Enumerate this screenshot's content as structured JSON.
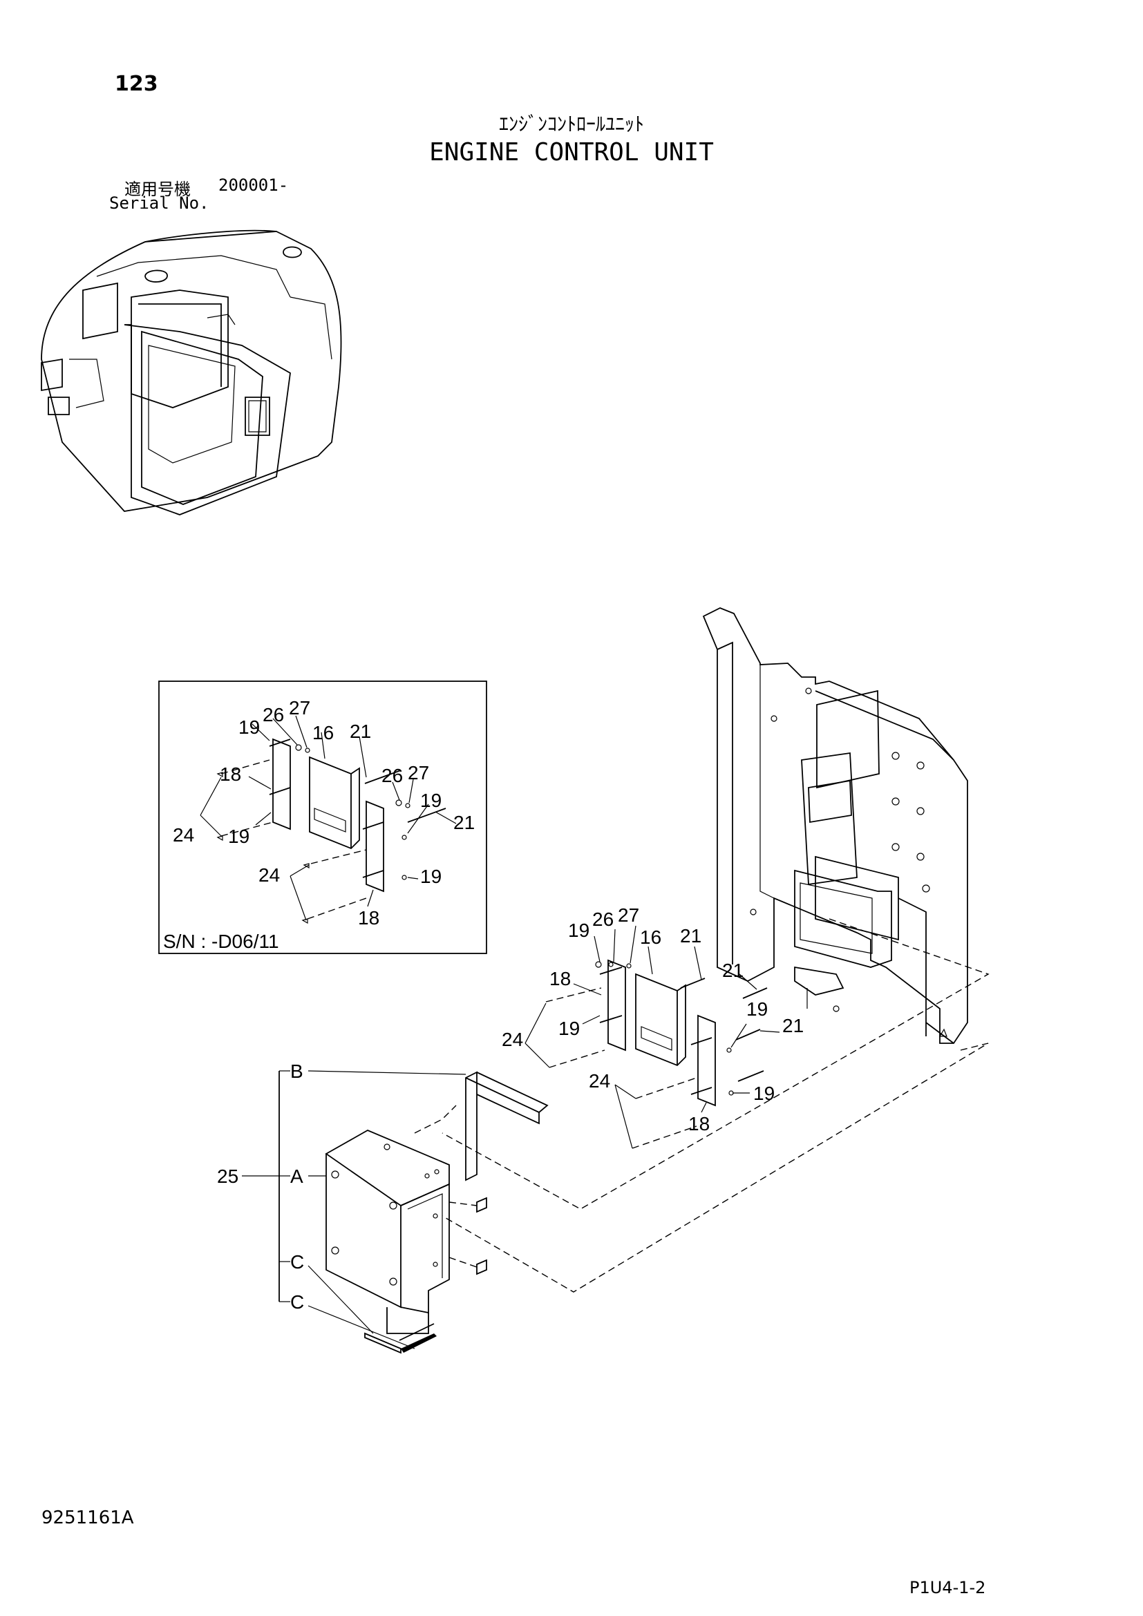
{
  "header": {
    "page_number": "123",
    "title_jp": "ｴﾝｼﾞﾝｺﾝﾄﾛｰﾙﾕﾆｯﾄ",
    "title_en": "ENGINE CONTROL UNIT",
    "serial_label_jp": "適用号機",
    "serial_value": "200001-",
    "serial_label_en": "Serial No."
  },
  "inset": {
    "caption": "S/N : -D06/11",
    "callouts": {
      "c19a": "19",
      "c26a": "26",
      "c27a": "27",
      "c16": "16",
      "c21a": "21",
      "c18a": "18",
      "c26b": "26",
      "c27b": "27",
      "c19b": "19",
      "c24a": "24",
      "c19c": "19",
      "c21b": "21",
      "c24b": "24",
      "c19d": "19",
      "c18b": "18"
    }
  },
  "main": {
    "callouts": {
      "c19a": "19",
      "c26": "26",
      "c27": "27",
      "c16": "16",
      "c21a": "21",
      "c18a": "18",
      "c21b": "21",
      "c24a": "24",
      "c19b": "19",
      "c19c": "19",
      "c21c": "21",
      "c24b": "24",
      "c19d": "19",
      "c18b": "18"
    },
    "cover_callouts": {
      "b": "B",
      "a": "A",
      "c1": "C",
      "c2": "C",
      "n25": "25"
    }
  },
  "footer": {
    "doc_code": "9251161A",
    "page_code": "P1U4-1-2"
  }
}
